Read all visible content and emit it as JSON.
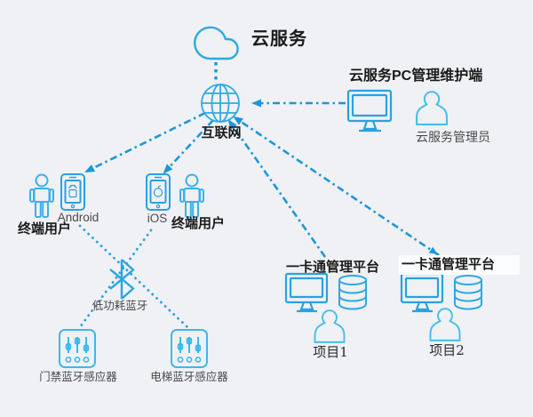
{
  "diagram": {
    "title_hint": "cloud-service bluetooth access architecture diagram",
    "cloud": {
      "label": "云服务"
    },
    "internet": {
      "label": "互联网"
    },
    "pc_admin": {
      "title": "云服务PC管理维护端",
      "admin_label": "云服务管理员"
    },
    "terminal_left": {
      "platform": "Android",
      "user_label": "终端用户"
    },
    "terminal_right": {
      "platform": "iOS",
      "user_label": "终端用户"
    },
    "bluetooth": {
      "label": "低功耗蓝牙"
    },
    "sensors": {
      "door": "门禁蓝牙感应器",
      "elevator": "电梯蓝牙感应器"
    },
    "platforms": [
      {
        "title": "一卡通管理平台",
        "project": "项目1"
      },
      {
        "title": "一卡通管理平台",
        "project": "项目2"
      }
    ],
    "colors": {
      "icon_blue": "#2FA9E2",
      "light_blue": "#49BCEC",
      "line_blue": "#1E96D8",
      "dot_blue": "#2AA0DE",
      "text_dark": "#1a1a1a",
      "text_gray": "#4a4a4a",
      "background": "#eff1f4"
    }
  }
}
